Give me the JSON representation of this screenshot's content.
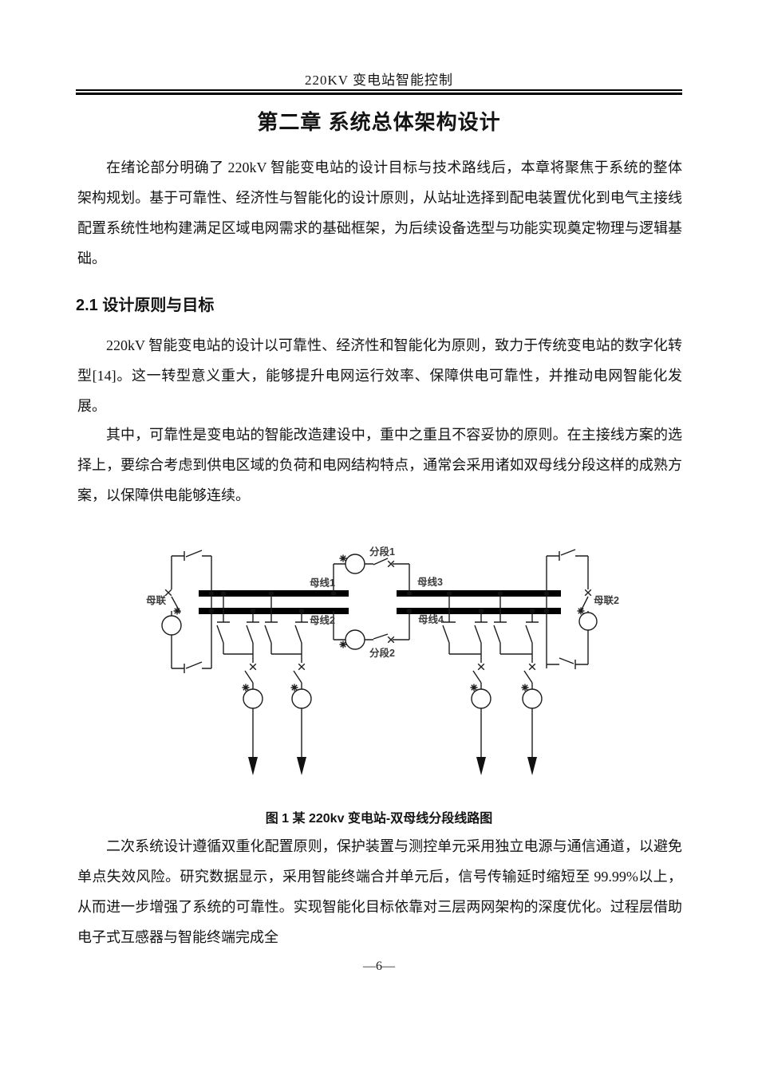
{
  "header": {
    "running_title": "220KV 变电站智能控制"
  },
  "chapter": {
    "title": "第二章 系统总体架构设计"
  },
  "section_2_1": {
    "heading": "2.1 设计原则与目标"
  },
  "paragraphs": {
    "intro": "在绪论部分明确了 220kV 智能变电站的设计目标与技术路线后，本章将聚焦于系统的整体架构规划。基于可靠性、经济性与智能化的设计原则，从站址选择到配电装置优化到电气主接线配置系统性地构建满足区域电网需求的基础框架，为后续设备选型与功能实现奠定物理与逻辑基础。",
    "principles": "220kV 智能变电站的设计以可靠性、经济性和智能化为原则，致力于传统变电站的数字化转型[14]。这一转型意义重大，能够提升电网运行效率、保障供电可靠性，并推动电网智能化发展。",
    "reliability": "其中，可靠性是变电站的智能改造建设中，重中之重且不容妥协的原则。在主接线方案的选择上，要综合考虑到供电区域的负荷和电网结构特点，通常会采用诸如双母线分段这样的成熟方案，以保障供电能够连续。",
    "secondary_system": "二次系统设计遵循双重化配置原则，保护装置与测控单元采用独立电源与通信通道，以避免单点失效风险。研究数据显示，采用智能终端合并单元后，信号传输延时缩短至 99.99%以上，从而进一步增强了系统的可靠性。实现智能化目标依靠对三层两网架构的深度优化。过程层借助电子式互感器与智能终端完成全"
  },
  "figure1": {
    "caption": "图 1 某 220kv 变电站-双母线分段线路图",
    "labels": {
      "bus1": "母线1",
      "bus2": "母线2",
      "bus3": "母线3",
      "bus4": "母线4",
      "coupler_left": "母联",
      "coupler_right": "母联2",
      "section_top": "分段1",
      "section_bottom": "分段2"
    },
    "marker_icons": {
      "breaker_star": "✳",
      "disconnector_cross": "×"
    }
  },
  "footer": {
    "page_number": "—6—"
  }
}
